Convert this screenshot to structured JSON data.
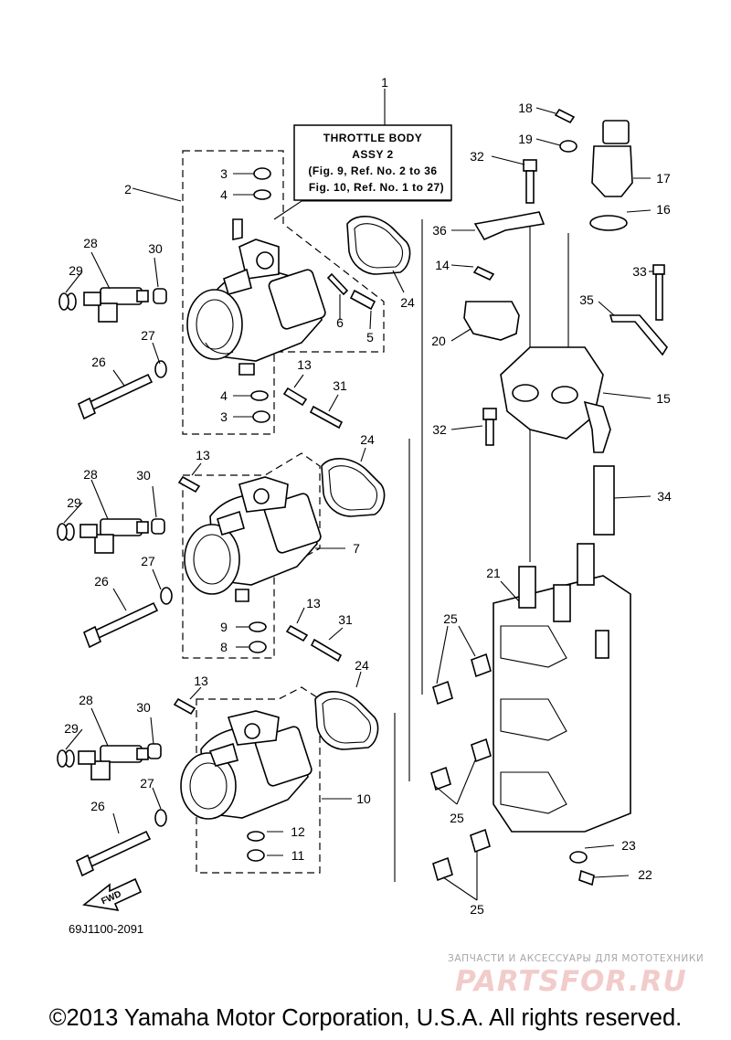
{
  "title_box": {
    "line1": "THROTTLE BODY",
    "line2": "ASSY 2",
    "line3": "(Fig. 9, Ref. No. 2 to 36",
    "line4": "Fig. 10, Ref. No. 1 to 27)"
  },
  "callouts": {
    "c1": "1",
    "c2": "2",
    "c3a": "3",
    "c4a": "4",
    "c5": "5",
    "c6": "6",
    "c7": "7",
    "c8": "8",
    "c9": "9",
    "c10": "10",
    "c11": "11",
    "c12": "12",
    "c13a": "13",
    "c13b": "13",
    "c13c": "13",
    "c13d": "13",
    "c3b": "3",
    "c4b": "4",
    "c14": "14",
    "c15": "15",
    "c16": "16",
    "c17": "17",
    "c18": "18",
    "c19": "19",
    "c20": "20",
    "c21": "21",
    "c22": "22",
    "c23": "23",
    "c24a": "24",
    "c24b": "24",
    "c24c": "24",
    "c25a": "25",
    "c25b": "25",
    "c25c": "25",
    "c26a": "26",
    "c26b": "26",
    "c26c": "26",
    "c27a": "27",
    "c27b": "27",
    "c27c": "27",
    "c28a": "28",
    "c28b": "28",
    "c28c": "28",
    "c29a": "29",
    "c29b": "29",
    "c29c": "29",
    "c30a": "30",
    "c30b": "30",
    "c30c": "30",
    "c31a": "31",
    "c31b": "31",
    "c32a": "32",
    "c32b": "32",
    "c33": "33",
    "c34": "34",
    "c35": "35",
    "c36": "36"
  },
  "fwd_label": "FWD",
  "drawing_code": "69J1100-2091",
  "watermark": {
    "small": "ЗАПЧАСТИ И АКСЕССУАРЫ ДЛЯ МОТОТЕХНИКИ",
    "big": "PARTSFOR.RU"
  },
  "copyright": "©2013 Yamaha Motor Corporation, U.S.A. All rights reserved."
}
